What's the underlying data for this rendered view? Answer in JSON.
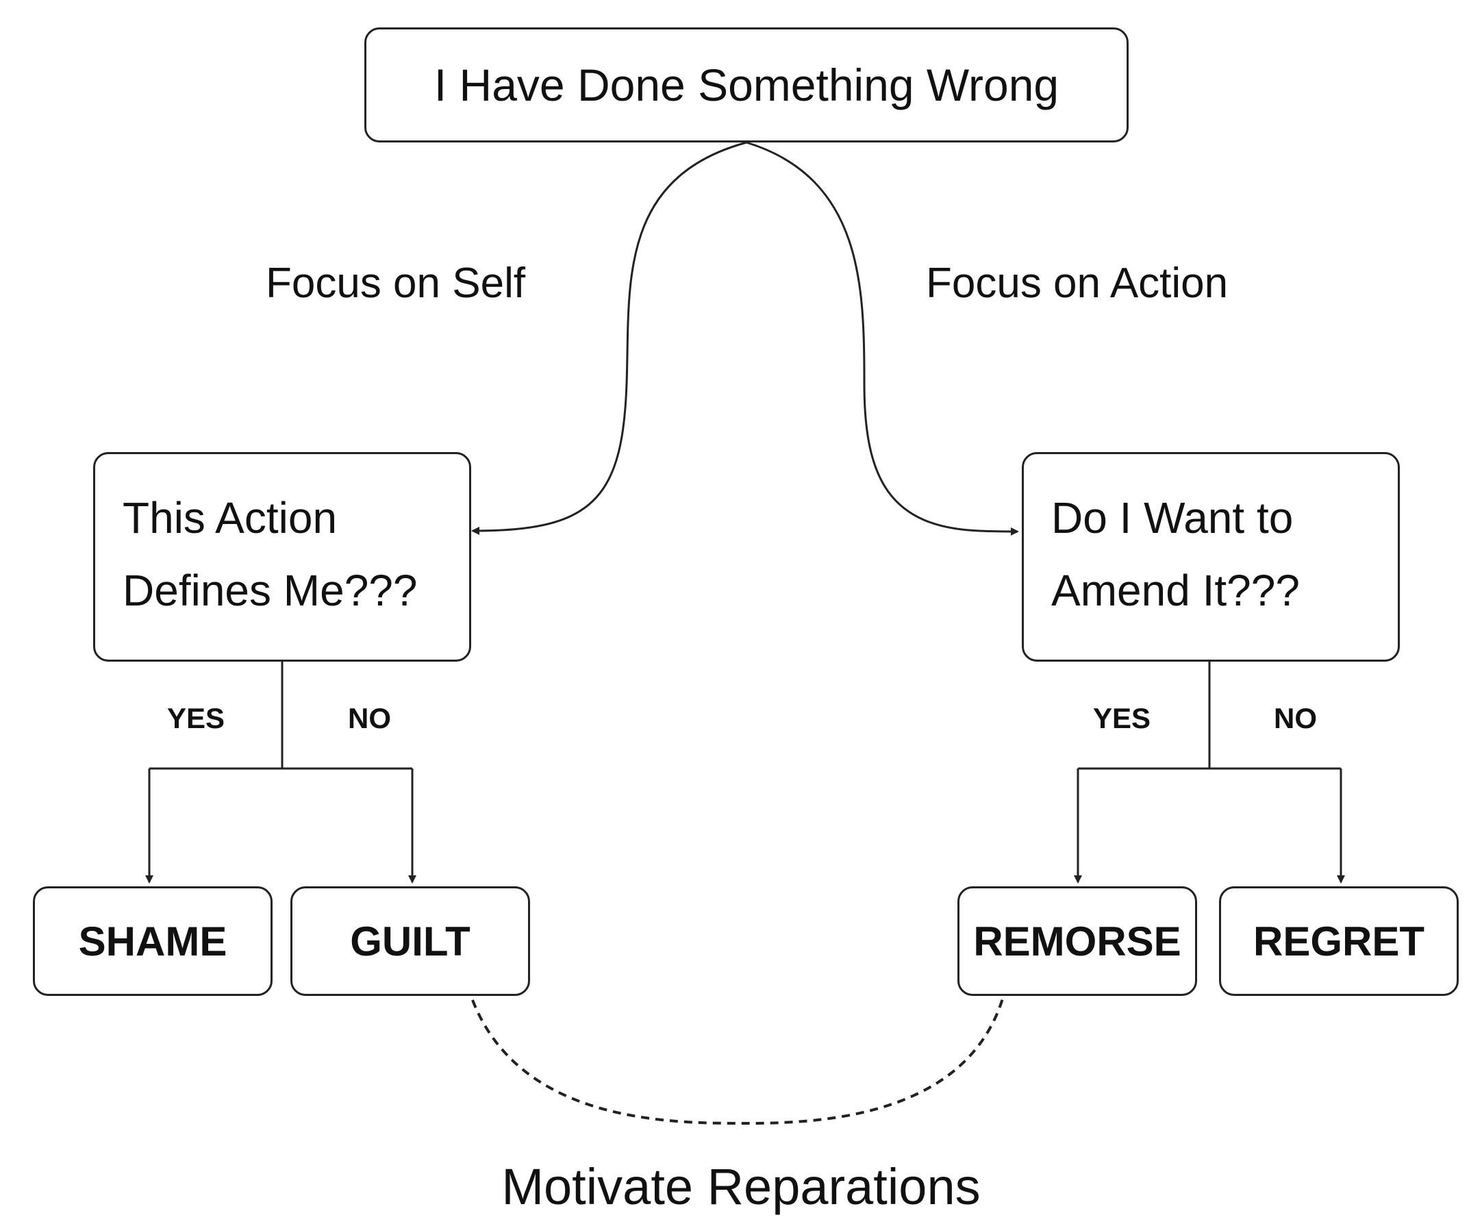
{
  "root": "I Have Done Something Wrong",
  "branches": {
    "self_label": "Focus on Self",
    "action_label": "Focus on Action"
  },
  "questions": {
    "self": [
      "This Action",
      "Defines Me???"
    ],
    "action": [
      "Do I Want to",
      "Amend It???"
    ]
  },
  "answers": {
    "yes": "YES",
    "no": "NO"
  },
  "outcomes": {
    "shame": "SHAME",
    "guilt": "GUILT",
    "remorse": "REMORSE",
    "regret": "REGRET"
  },
  "footer": "Motivate Reparations",
  "colors": {
    "stroke": "#222222",
    "text": "#111111",
    "background": "#ffffff"
  }
}
